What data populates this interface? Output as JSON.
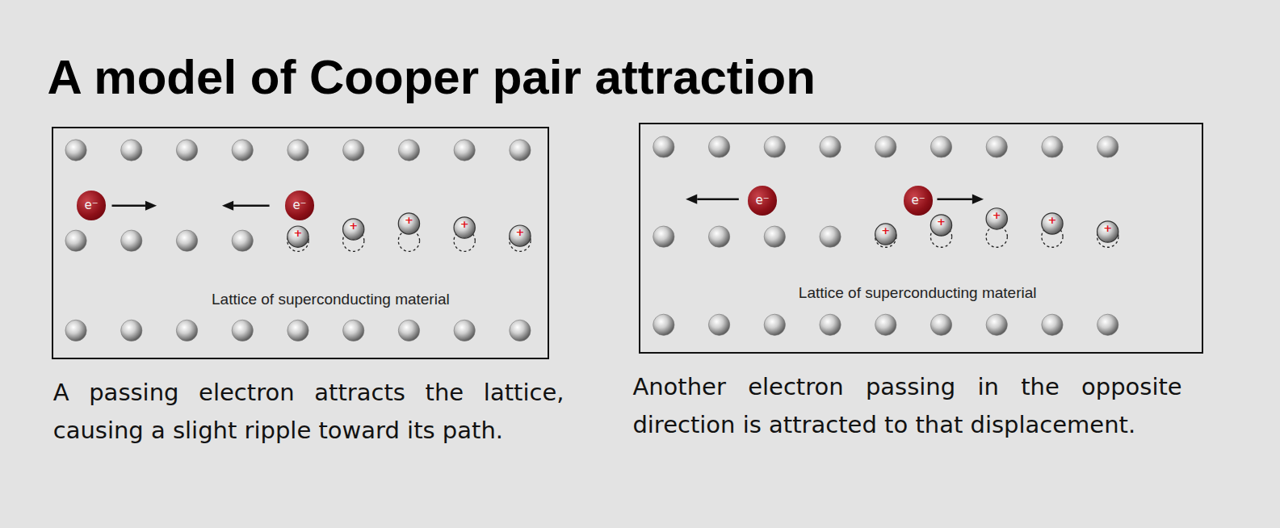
{
  "diagram": {
    "title": "A model of Cooper pair attraction",
    "nodes": [
      {
        "text": [
          "Lattice of superconducting material",
          "A passing electron attracts the lattice, causing a slight ripple toward its path."
        ]
      },
      {
        "text": [
          "e⁻"
        ],
        "in": 0
      },
      {
        "text": [
          "e⁻"
        ],
        "in": 0
      },
      {
        "text": [
          "Lattice of superconducting material",
          "Another electron passing in the opposite direction is attracted to that displacement."
        ]
      },
      {
        "text": [
          "e⁻"
        ],
        "in": 3
      },
      {
        "text": [
          "e⁻"
        ],
        "in": 3
      }
    ],
    "labels": [
      "+",
      "+",
      "+",
      "+",
      "+",
      "+",
      "+",
      "+",
      "+",
      "+"
    ]
  }
}
